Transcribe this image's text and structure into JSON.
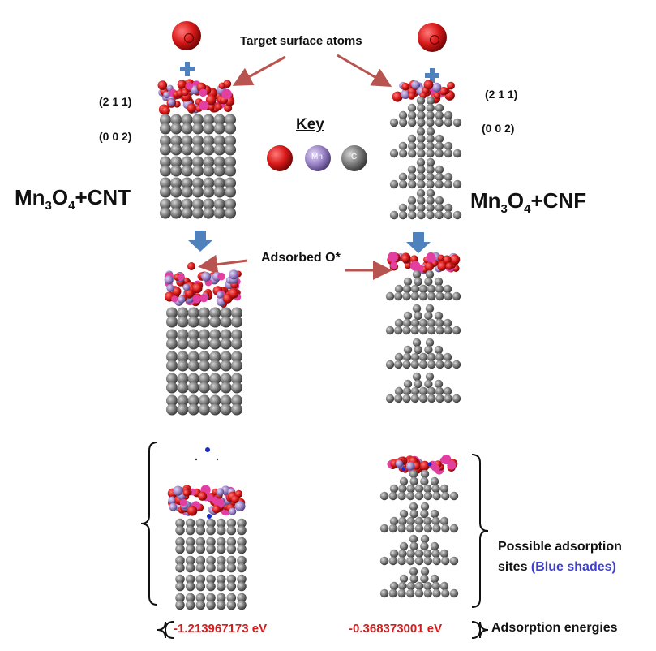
{
  "labels": {
    "target": "Target  surface atoms",
    "key": "Key",
    "adsorbed": "Adsorbed O*",
    "plane_211": "(2 1 1)",
    "plane_002": "(0 0 2)",
    "possible_1": "Possible adsorption",
    "possible_2a": "sites ",
    "possible_2b": "(Blue shades)",
    "energies": "Adsorption energies"
  },
  "left_material": {
    "base": "Mn",
    "sub1": "3",
    "o": "O",
    "sub2": "4",
    "rest": "+CNT"
  },
  "right_material": {
    "base": "Mn",
    "sub1": "3",
    "o": "O",
    "sub2": "4",
    "rest": "+CNF"
  },
  "key_atoms": [
    "",
    "Mn",
    "C"
  ],
  "energy_left": "-1.213967173 eV",
  "energy_right": "-0.368373001 eV",
  "colors": {
    "oxygen": "#d81818",
    "manganese": "#9b84c8",
    "carbon": "#6f6f6f",
    "arrow_blue": "#4f81bd",
    "arrow_red": "#b85450",
    "energy_red": "#d21e1e",
    "site_blue": "#1a2ac8"
  }
}
